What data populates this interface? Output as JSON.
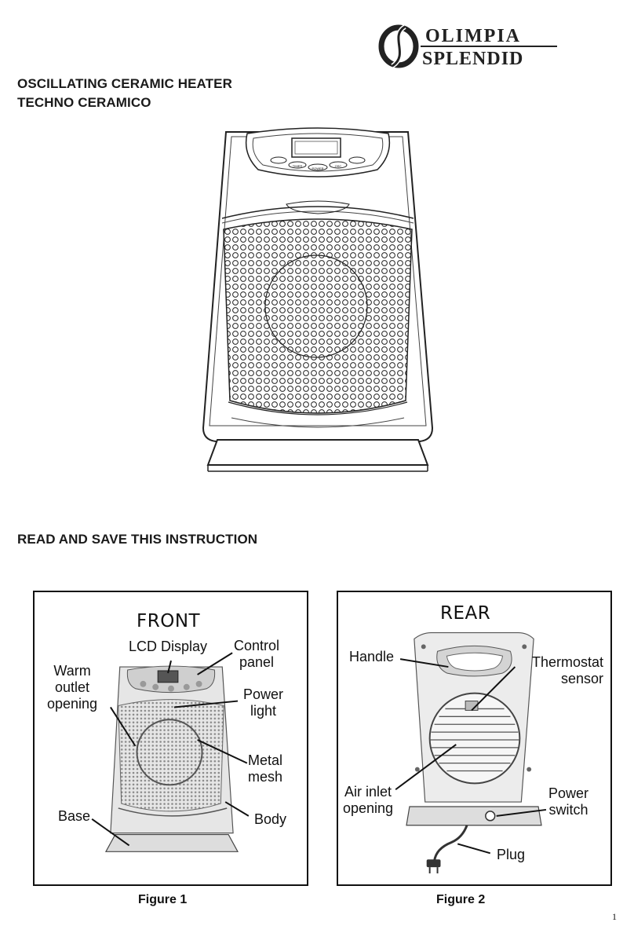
{
  "brand": {
    "line1": "OLIMPIA",
    "line2": "SPLENDID"
  },
  "titles": {
    "line1": "OSCILLATING CERAMIC HEATER",
    "line2": "TECHNO CERAMICO"
  },
  "main_illustration": {
    "panel_labels": [
      "POWER",
      "OSC",
      "TIMER"
    ]
  },
  "read_save": "READ AND SAVE THIS INSTRUCTION",
  "figure1": {
    "title": "FRONT",
    "callouts": {
      "lcd_display": "LCD Display",
      "control_panel": "Control\npanel",
      "warm_outlet": "Warm\noutlet\nopening",
      "power_light": "Power\nlight",
      "metal_mesh": "Metal\nmesh",
      "base": "Base",
      "body": "Body"
    },
    "caption": "Figure 1"
  },
  "figure2": {
    "title": "REAR",
    "callouts": {
      "handle": "Handle",
      "thermostat": "Thermostat\nsensor",
      "air_inlet": "Air inlet\nopening",
      "power_switch": "Power\nswitch",
      "plug": "Plug"
    },
    "caption": "Figure 2"
  },
  "page_number": "1"
}
